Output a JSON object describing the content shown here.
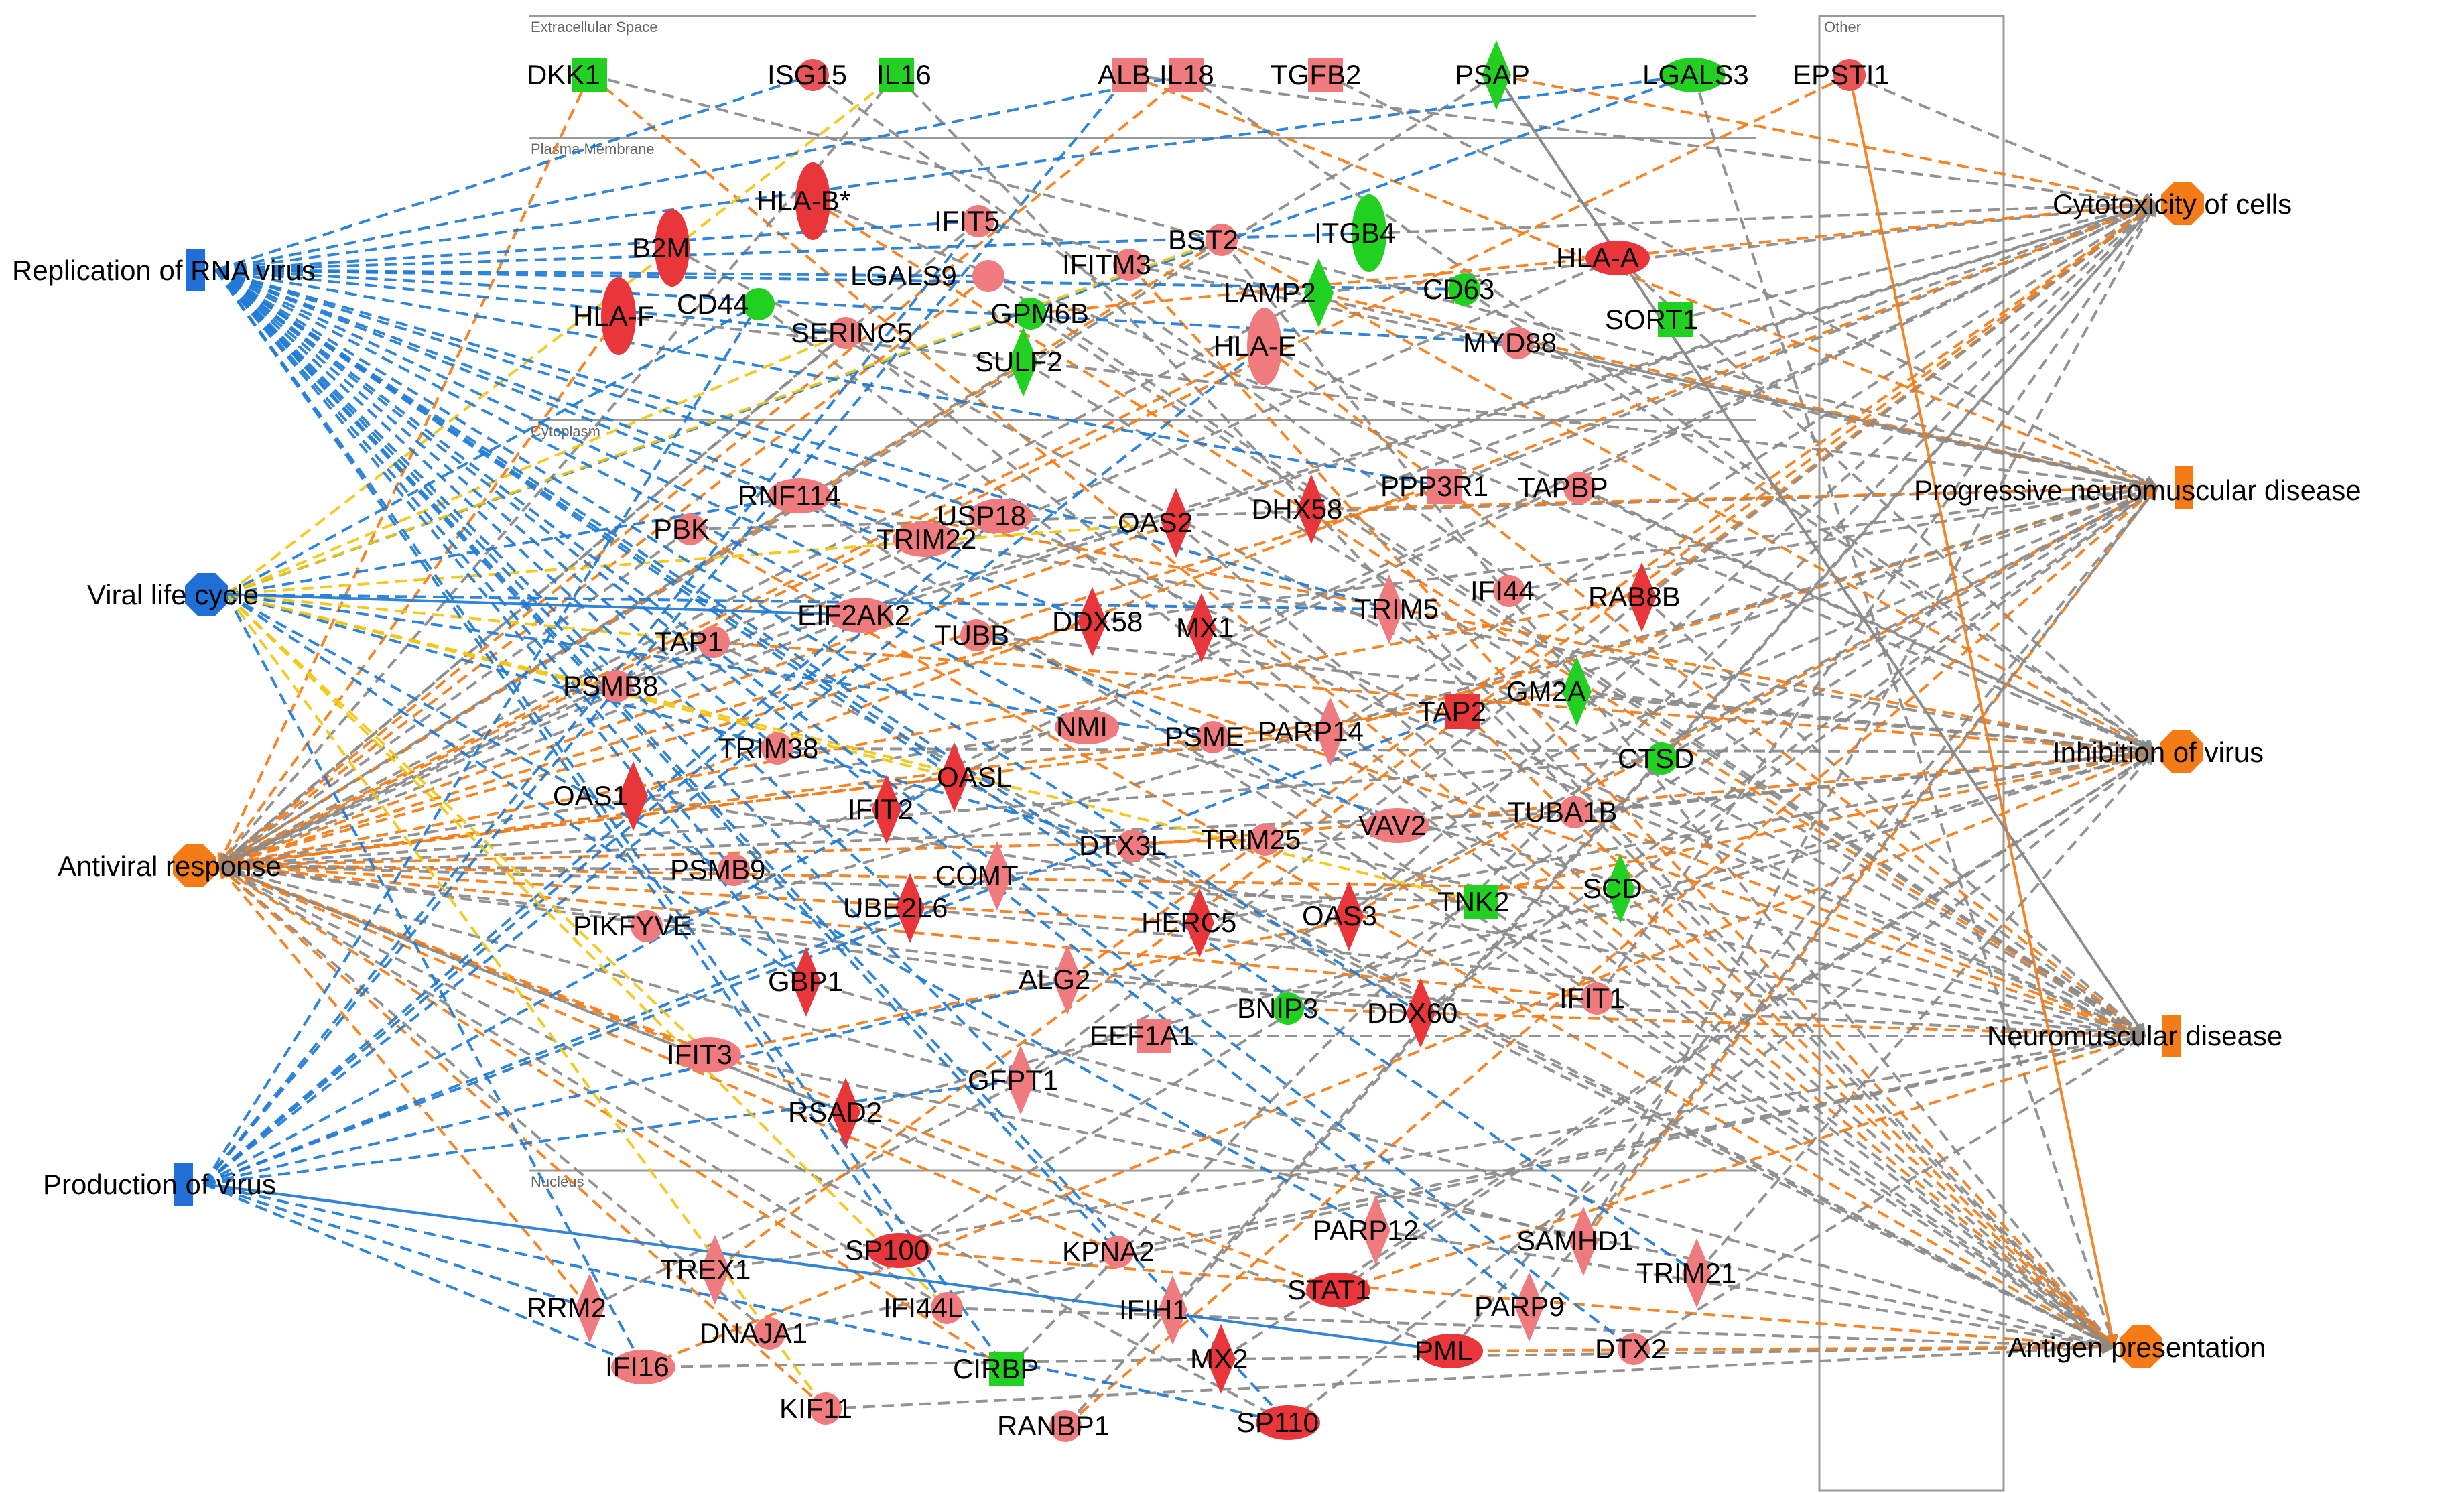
{
  "colors": {
    "up_strong": "#e8363a",
    "up_mid": "#ea5457",
    "up_light": "#ef7b7e",
    "down": "#22d022",
    "func_blue": "#1f6fd6",
    "func_orange": "#f47b16",
    "edge_orange": "#f47b16",
    "edge_blue": "#1f7bd6",
    "edge_yellow": "#f2c511",
    "edge_gray": "#8a8a8a",
    "compartment_line": "#9a9a9a"
  },
  "compartments": [
    {
      "id": "extracellular",
      "label": "Extracellular Space"
    },
    {
      "id": "plasma",
      "label": "Plasma Membrane"
    },
    {
      "id": "cytoplasm",
      "label": "Cytoplasm"
    },
    {
      "id": "nucleus",
      "label": "Nucleus"
    },
    {
      "id": "other",
      "label": "Other"
    }
  ],
  "functions": [
    {
      "id": "rep",
      "label": "Replication of RNA virus",
      "color": "blue",
      "shape": "square"
    },
    {
      "id": "life",
      "label": "Viral life cycle",
      "color": "blue",
      "shape": "octagon"
    },
    {
      "id": "anti",
      "label": "Antiviral response",
      "color": "orange",
      "shape": "octagon"
    },
    {
      "id": "prod",
      "label": "Production of virus",
      "color": "blue",
      "shape": "square"
    },
    {
      "id": "cyto",
      "label": "Cytotoxicity of cells",
      "color": "orange",
      "shape": "octagon"
    },
    {
      "id": "pnd",
      "label": "Progressive neuromuscular disease",
      "color": "orange",
      "shape": "square"
    },
    {
      "id": "inh",
      "label": "Inhibition of virus",
      "color": "orange",
      "shape": "octagon"
    },
    {
      "id": "nmd",
      "label": "Neuromuscular disease",
      "color": "orange",
      "shape": "square"
    },
    {
      "id": "antigen",
      "label": "Antigen presentation",
      "color": "orange",
      "shape": "octagon"
    }
  ],
  "genes": [
    {
      "label": "DKK1",
      "shape": "square",
      "color": "down"
    },
    {
      "label": "ISG15",
      "shape": "circle",
      "color": "up_mid"
    },
    {
      "label": "IL16",
      "shape": "square",
      "color": "down"
    },
    {
      "label": "ALB",
      "shape": "square",
      "color": "up_light"
    },
    {
      "label": "IL18",
      "shape": "square",
      "color": "up_light"
    },
    {
      "label": "TGFB2",
      "shape": "square",
      "color": "up_light"
    },
    {
      "label": "PSAP",
      "shape": "diamond",
      "color": "down"
    },
    {
      "label": "LGALS3",
      "shape": "ellipse",
      "color": "down"
    },
    {
      "label": "EPSTI1",
      "shape": "circle",
      "color": "up_mid"
    },
    {
      "label": "HLA-B*",
      "shape": "vellipse",
      "color": "up_strong"
    },
    {
      "label": "IFIT5",
      "shape": "circle",
      "color": "up_light"
    },
    {
      "label": "B2M",
      "shape": "vellipse",
      "color": "up_strong"
    },
    {
      "label": "BST2",
      "shape": "circle",
      "color": "up_light"
    },
    {
      "label": "ITGB4",
      "shape": "vellipse",
      "color": "down"
    },
    {
      "label": "HLA-A",
      "shape": "ellipse",
      "color": "up_strong"
    },
    {
      "label": "IFITM3",
      "shape": "circle",
      "color": "up_light"
    },
    {
      "label": "LGALS9",
      "shape": "circle",
      "color": "up_light"
    },
    {
      "label": "CD44",
      "shape": "circle",
      "color": "down"
    },
    {
      "label": "LAMP2",
      "shape": "diamond",
      "color": "down"
    },
    {
      "label": "CD63",
      "shape": "circle",
      "color": "down"
    },
    {
      "label": "HLA-F",
      "shape": "vellipse",
      "color": "up_strong"
    },
    {
      "label": "GPM6B",
      "shape": "circle",
      "color": "down"
    },
    {
      "label": "SERINC5",
      "shape": "circle",
      "color": "up_light"
    },
    {
      "label": "SORT1",
      "shape": "square",
      "color": "down"
    },
    {
      "label": "HLA-E",
      "shape": "vellipse",
      "color": "up_light"
    },
    {
      "label": "MYD88",
      "shape": "circle",
      "color": "up_light"
    },
    {
      "label": "SULF2",
      "shape": "diamond",
      "color": "down"
    },
    {
      "label": "RNF114",
      "shape": "ellipse",
      "color": "up_light"
    },
    {
      "label": "PPP3R1",
      "shape": "square",
      "color": "up_light"
    },
    {
      "label": "TAPBP",
      "shape": "circle",
      "color": "up_light"
    },
    {
      "label": "PBK",
      "shape": "circle",
      "color": "up_light"
    },
    {
      "label": "USP18",
      "shape": "ellipse",
      "color": "up_light"
    },
    {
      "label": "OAS2",
      "shape": "diamond",
      "color": "up_strong"
    },
    {
      "label": "DHX58",
      "shape": "diamond",
      "color": "up_strong"
    },
    {
      "label": "TRIM22",
      "shape": "ellipse",
      "color": "up_light"
    },
    {
      "label": "IFI44",
      "shape": "circle",
      "color": "up_light"
    },
    {
      "label": "RAB8B",
      "shape": "diamond",
      "color": "up_strong"
    },
    {
      "label": "TRIM5",
      "shape": "diamond",
      "color": "up_light"
    },
    {
      "label": "EIF2AK2",
      "shape": "ellipse",
      "color": "up_light"
    },
    {
      "label": "TUBB",
      "shape": "circle",
      "color": "up_light"
    },
    {
      "label": "DDX58",
      "shape": "diamond",
      "color": "up_strong"
    },
    {
      "label": "MX1",
      "shape": "diamond",
      "color": "up_strong"
    },
    {
      "label": "TAP1",
      "shape": "circle",
      "color": "up_light"
    },
    {
      "label": "PSMB8",
      "shape": "circle",
      "color": "up_light"
    },
    {
      "label": "GM2A",
      "shape": "diamond",
      "color": "down"
    },
    {
      "label": "TAP2",
      "shape": "square",
      "color": "up_strong"
    },
    {
      "label": "NMI",
      "shape": "ellipse",
      "color": "up_light"
    },
    {
      "label": "PSME",
      "shape": "circle",
      "color": "up_light"
    },
    {
      "label": "PARP14",
      "shape": "diamond",
      "color": "up_light"
    },
    {
      "label": "TRIM38",
      "shape": "circle",
      "color": "up_light"
    },
    {
      "label": "CTSD",
      "shape": "circle",
      "color": "down"
    },
    {
      "label": "OAS1",
      "shape": "diamond",
      "color": "up_strong"
    },
    {
      "label": "OASL",
      "shape": "diamond",
      "color": "up_strong"
    },
    {
      "label": "IFIT2",
      "shape": "diamond",
      "color": "up_strong"
    },
    {
      "label": "TUBA1B",
      "shape": "circle",
      "color": "up_light"
    },
    {
      "label": "VAV2",
      "shape": "ellipse",
      "color": "up_light"
    },
    {
      "label": "TRIM25",
      "shape": "circle",
      "color": "up_light"
    },
    {
      "label": "DTX3L",
      "shape": "circle",
      "color": "up_light"
    },
    {
      "label": "PSMB9",
      "shape": "circle",
      "color": "up_light"
    },
    {
      "label": "COMT",
      "shape": "diamond",
      "color": "up_light"
    },
    {
      "label": "SCD",
      "shape": "diamond",
      "color": "down"
    },
    {
      "label": "UBE2L6",
      "shape": "diamond",
      "color": "up_strong"
    },
    {
      "label": "TNK2",
      "shape": "square",
      "color": "down"
    },
    {
      "label": "OAS3",
      "shape": "diamond",
      "color": "up_strong"
    },
    {
      "label": "HERC5",
      "shape": "diamond",
      "color": "up_strong"
    },
    {
      "label": "PIKFYVE",
      "shape": "circle",
      "color": "up_light"
    },
    {
      "label": "ALG2",
      "shape": "diamond",
      "color": "up_light"
    },
    {
      "label": "GBP1",
      "shape": "diamond",
      "color": "up_strong"
    },
    {
      "label": "IFIT1",
      "shape": "circle",
      "color": "up_light"
    },
    {
      "label": "BNIP3",
      "shape": "circle",
      "color": "down"
    },
    {
      "label": "DDX60",
      "shape": "diamond",
      "color": "up_strong"
    },
    {
      "label": "EEF1A1",
      "shape": "square",
      "color": "up_light"
    },
    {
      "label": "IFIT3",
      "shape": "ellipse",
      "color": "up_light"
    },
    {
      "label": "GFPT1",
      "shape": "diamond",
      "color": "up_light"
    },
    {
      "label": "RSAD2",
      "shape": "diamond",
      "color": "up_strong"
    },
    {
      "label": "SP100",
      "shape": "ellipse",
      "color": "up_strong"
    },
    {
      "label": "KPNA2",
      "shape": "circle",
      "color": "up_light"
    },
    {
      "label": "PARP12",
      "shape": "diamond",
      "color": "up_light"
    },
    {
      "label": "SAMHD1",
      "shape": "diamond",
      "color": "up_light"
    },
    {
      "label": "TRIM21",
      "shape": "diamond",
      "color": "up_light"
    },
    {
      "label": "RRM2",
      "shape": "diamond",
      "color": "up_light"
    },
    {
      "label": "TREX1",
      "shape": "diamond",
      "color": "up_light"
    },
    {
      "label": "IFI44L",
      "shape": "circle",
      "color": "up_light"
    },
    {
      "label": "IFIH1",
      "shape": "diamond",
      "color": "up_light"
    },
    {
      "label": "STAT1",
      "shape": "ellipse",
      "color": "up_strong"
    },
    {
      "label": "PARP9",
      "shape": "diamond",
      "color": "up_light"
    },
    {
      "label": "DNAJA1",
      "shape": "circle",
      "color": "up_light"
    },
    {
      "label": "IFI16",
      "shape": "ellipse",
      "color": "up_light"
    },
    {
      "label": "CIRBP",
      "shape": "square",
      "color": "down"
    },
    {
      "label": "MX2",
      "shape": "diamond",
      "color": "up_strong"
    },
    {
      "label": "PML",
      "shape": "ellipse",
      "color": "up_strong"
    },
    {
      "label": "DTX2",
      "shape": "circle",
      "color": "up_light"
    },
    {
      "label": "KIF11",
      "shape": "circle",
      "color": "up_light"
    },
    {
      "label": "RANBP1",
      "shape": "circle",
      "color": "up_light"
    },
    {
      "label": "SP110",
      "shape": "ellipse",
      "color": "up_strong"
    }
  ]
}
